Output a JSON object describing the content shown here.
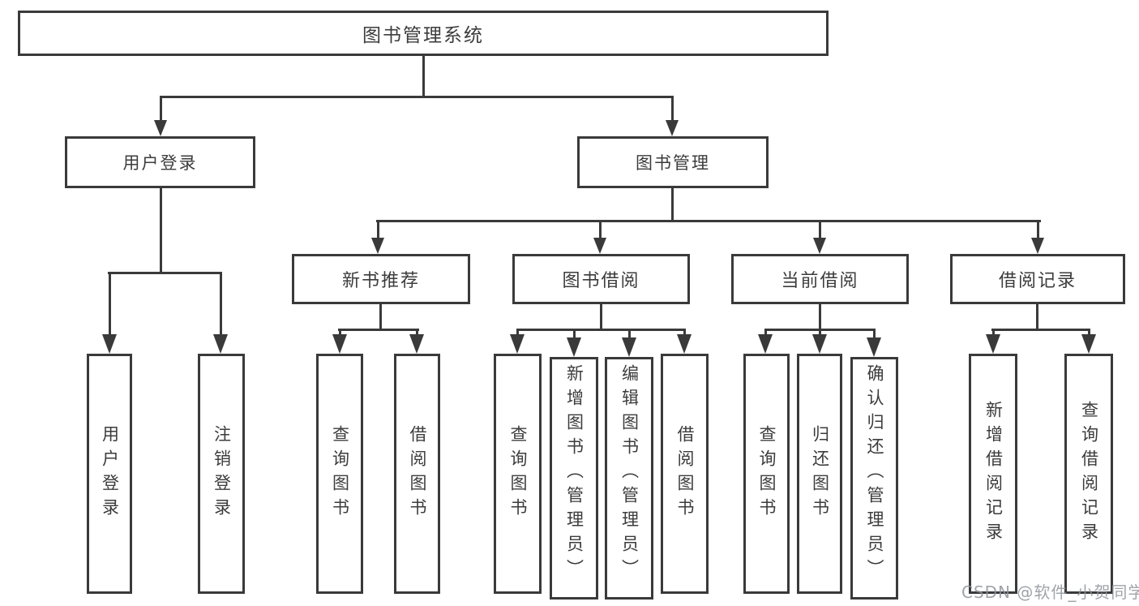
{
  "title": "图书管理系统",
  "watermark": "CSDN @软件_小贺同学",
  "colors": {
    "line": "#3a3a3a",
    "text": "#3c3c3c",
    "background": "#ffffff",
    "watermark": "#8e949b"
  },
  "tree": {
    "root": {
      "label": "图书管理系统"
    },
    "branches": [
      {
        "label": "用户登录",
        "children": [
          {
            "label": "用户登录"
          },
          {
            "label": "注销登录"
          }
        ]
      },
      {
        "label": "图书管理",
        "children": [
          {
            "label": "新书推荐",
            "children": [
              {
                "label": "查询图书"
              },
              {
                "label": "借阅图书"
              }
            ]
          },
          {
            "label": "图书借阅",
            "children": [
              {
                "label": "查询图书"
              },
              {
                "label": "新增图书（管理员）"
              },
              {
                "label": "编辑图书（管理员）"
              },
              {
                "label": "借阅图书"
              }
            ]
          },
          {
            "label": "当前借阅",
            "children": [
              {
                "label": "查询图书"
              },
              {
                "label": "归还图书"
              },
              {
                "label": "确认归还（管理员）"
              }
            ]
          },
          {
            "label": "借阅记录",
            "children": [
              {
                "label": "新增借阅记录"
              },
              {
                "label": "查询借阅记录"
              }
            ]
          }
        ]
      }
    ]
  }
}
